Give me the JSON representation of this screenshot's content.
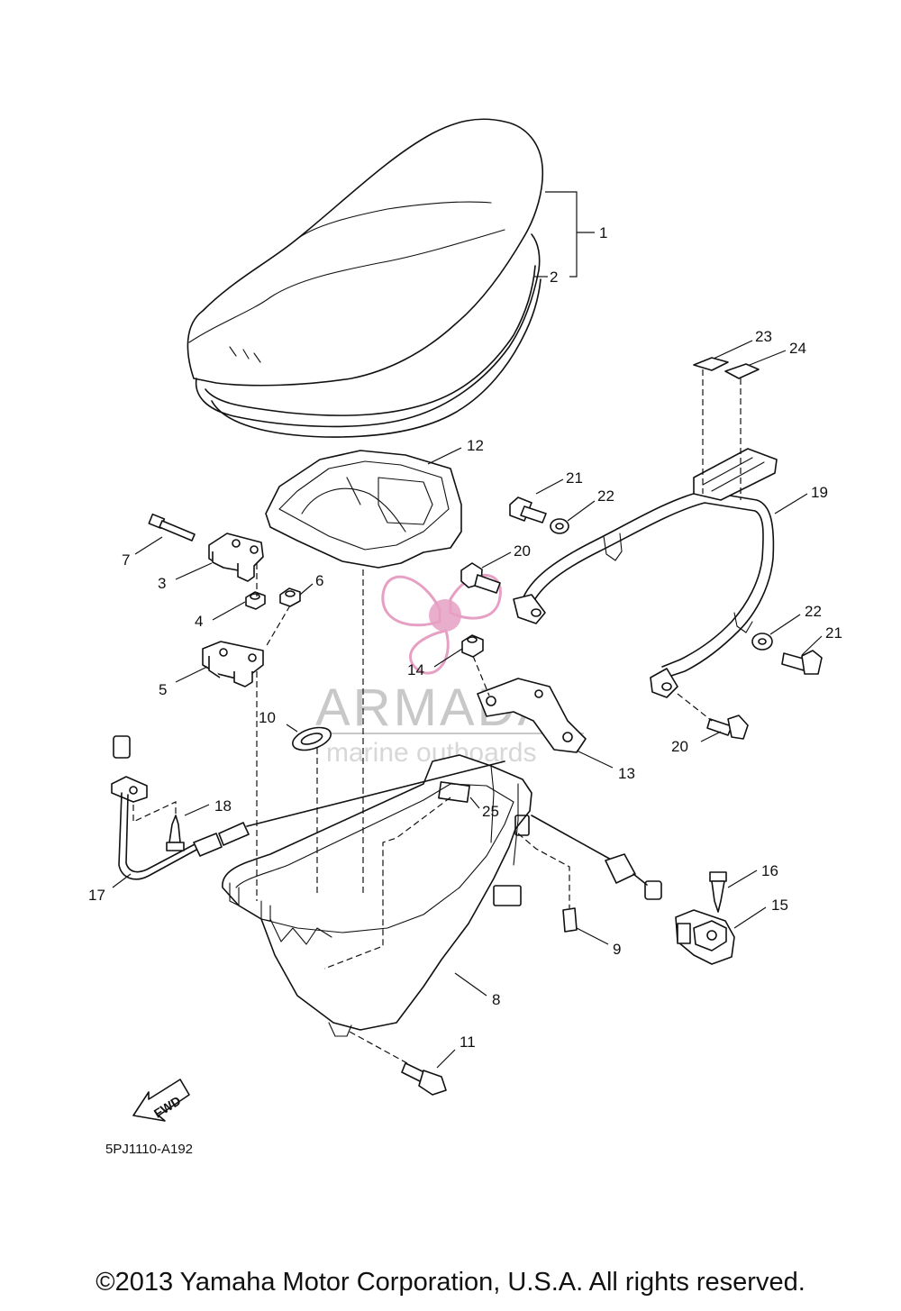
{
  "diagram_code": "5PJ1110-A192",
  "copyright": "©2013 Yamaha Motor Corporation, U.S.A. All rights reserved.",
  "fwd_label": "FWD",
  "watermark": {
    "brand": "ARMADA",
    "tagline": "marine outboards",
    "logo_color": "#e6a0c4"
  },
  "callouts": {
    "c1": "1",
    "c2": "2",
    "c3": "3",
    "c4": "4",
    "c5": "5",
    "c6": "6",
    "c7": "7",
    "c8": "8",
    "c9": "9",
    "c10": "10",
    "c11": "11",
    "c12": "12",
    "c13": "13",
    "c14": "14",
    "c15": "15",
    "c16": "16",
    "c17": "17",
    "c18": "18",
    "c19": "19",
    "c20a": "20",
    "c20b": "20",
    "c21a": "21",
    "c21b": "21",
    "c22a": "22",
    "c22b": "22",
    "c23": "23",
    "c24": "24",
    "c25": "25"
  }
}
